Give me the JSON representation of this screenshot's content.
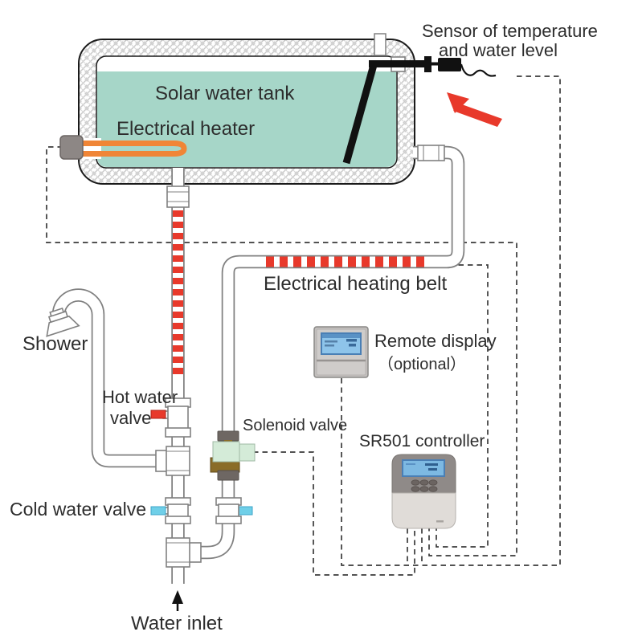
{
  "labels": {
    "sensor_line1": "Sensor of temperature",
    "sensor_line2": "and water level",
    "solar_water_tank": "Solar water tank",
    "electrical_heater": "Electrical heater",
    "electrical_heating_belt": "Electrical heating belt",
    "shower": "Shower",
    "hot_water_valve_line1": "Hot water",
    "hot_water_valve_line2": "valve",
    "cold_water_valve": "Cold water valve",
    "solenoid_valve": "Solenoid valve",
    "remote_display_line1": "Remote display",
    "remote_display_line2": "（optional）",
    "sr501_controller": "SR501 controller",
    "water_inlet": "Water inlet"
  },
  "colors": {
    "tank_water": "#a6d6c8",
    "tank_insulation_hatch": "#c9c9c9",
    "heating_element_orange": "#f08536",
    "heating_belt_red": "#e8392b",
    "pointer_arrow_red": "#e8392b",
    "hot_valve_handle_red": "#e8392b",
    "cold_valve_handle_blue": "#6fcfe8",
    "solenoid_body_green": "#d4ebd8",
    "solenoid_brass": "#8a6c28",
    "lcd_blue": "#7db9e2",
    "controller_top_gray": "#8f8a88",
    "controller_body_gray": "#e0dcd8",
    "display_body_gray": "#c2bfbd",
    "pipe_outline_gray": "#808080",
    "wire_dash": "#3a3a3a"
  }
}
